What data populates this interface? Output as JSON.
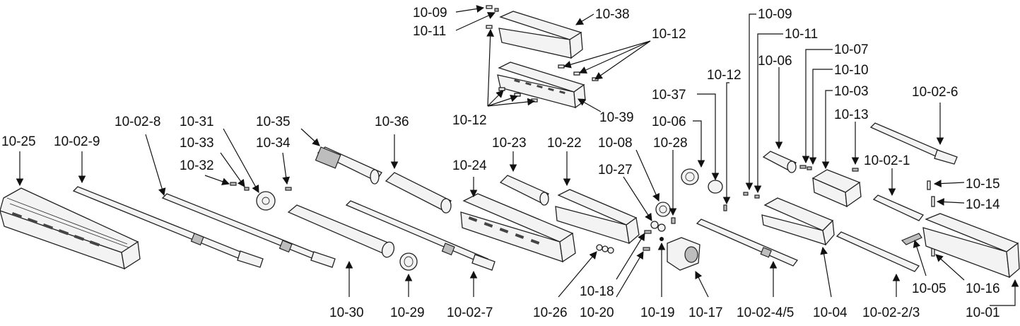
{
  "callouts": {
    "c_10_09_a": "10-09",
    "c_10_11_a": "10-11",
    "c_10_38": "10-38",
    "c_10_12_a": "10-12",
    "c_10_12_b": "10-12",
    "c_10_39": "10-39",
    "c_10_09_b": "10-09",
    "c_10_11_b": "10-11",
    "c_10_07": "10-07",
    "c_10_06_a": "10-06",
    "c_10_10": "10-10",
    "c_10_12_c": "10-12",
    "c_10_03": "10-03",
    "c_10_37": "10-37",
    "c_10_02_6": "10-02-6",
    "c_10_06_b": "10-06",
    "c_10_13": "10-13",
    "c_10_25": "10-25",
    "c_10_02_9": "10-02-9",
    "c_10_02_8": "10-02-8",
    "c_10_31": "10-31",
    "c_10_35": "10-35",
    "c_10_36": "10-36",
    "c_10_33": "10-33",
    "c_10_34": "10-34",
    "c_10_23": "10-23",
    "c_10_22": "10-22",
    "c_10_08": "10-08",
    "c_10_28": "10-28",
    "c_10_02_1": "10-02-1",
    "c_10_32": "10-32",
    "c_10_24": "10-24",
    "c_10_27": "10-27",
    "c_10_15": "10-15",
    "c_10_14": "10-14",
    "c_10_05": "10-05",
    "c_10_16": "10-16",
    "c_10_18": "10-18",
    "c_10_30": "10-30",
    "c_10_29": "10-29",
    "c_10_02_7": "10-02-7",
    "c_10_26": "10-26",
    "c_10_20": "10-20",
    "c_10_19": "10-19",
    "c_10_17": "10-17",
    "c_10_02_4_5": "10-02-4/5",
    "c_10_04": "10-04",
    "c_10_02_2_3": "10-02-2/3",
    "c_10_01": "10-01"
  }
}
